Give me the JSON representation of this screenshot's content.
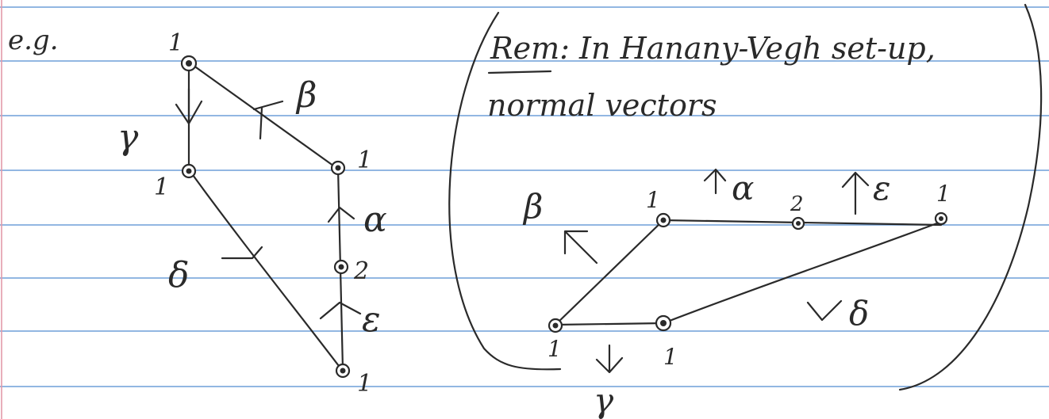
{
  "paper": {
    "rule_color": "#6f9fd8",
    "margin_color": "#e39aa8",
    "ink_color": "#2a2a2a"
  },
  "left_diagram": {
    "prefix": "e.g.",
    "vertex_labels": {
      "top": "1",
      "left_mid": "1",
      "right_mid": "1",
      "z_node": "2",
      "bottom": "1"
    },
    "edge_labels": {
      "gamma": "γ",
      "beta": "β",
      "delta": "δ",
      "alpha": "α",
      "epsilon": "ε"
    }
  },
  "right_diagram": {
    "remark_title": "Rem: In Hanany-Vegh set-up,",
    "remark_body": "normal vectors",
    "vertex_labels": {
      "top_left": "1",
      "top_mid": "2",
      "top_right": "1",
      "bottom_left": "1",
      "bottom_right": "1"
    },
    "edge_labels": {
      "beta": "β",
      "alpha": "α",
      "epsilon": "ε",
      "delta": "δ",
      "gamma": "γ"
    }
  }
}
